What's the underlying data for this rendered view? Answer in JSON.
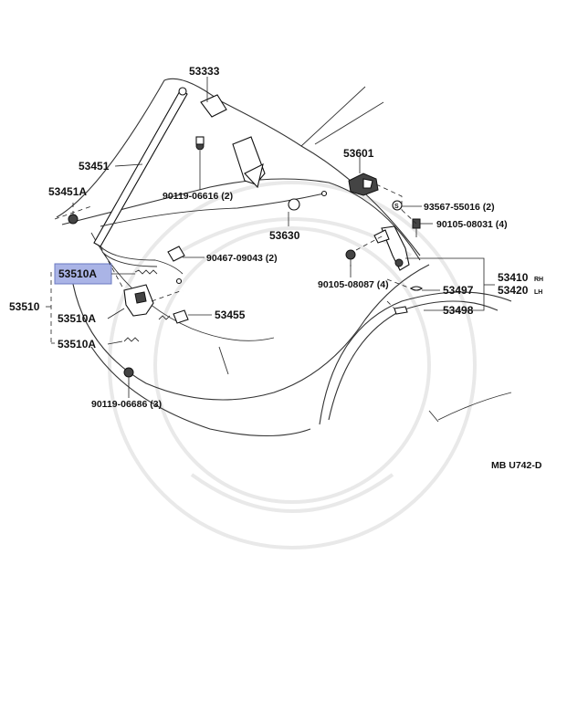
{
  "diagram_code": "MB U742-D",
  "highlight_color": "#aab4e6",
  "labels": {
    "p53333": "53333",
    "p53451": "53451",
    "p53451a": "53451A",
    "p90119_06616": "90119-06616 (2)",
    "p53601": "53601",
    "p93567": "93567-55016 (2)",
    "p90105_08031": "90105-08031 (4)",
    "p53630": "53630",
    "p90467": "90467-09043 (2)",
    "p90105_08087": "90105-08087 (4)",
    "p53510a_selected": "53510A",
    "p53510": "53510",
    "p53510a_mid": "53510A",
    "p53510a_low": "53510A",
    "p53455": "53455",
    "p53410": "53410",
    "p53410_side": "RH",
    "p53420": "53420",
    "p53420_side": "LH",
    "p53497": "53497",
    "p53498": "53498",
    "p90119_06686": "90119-06686 (3)"
  }
}
